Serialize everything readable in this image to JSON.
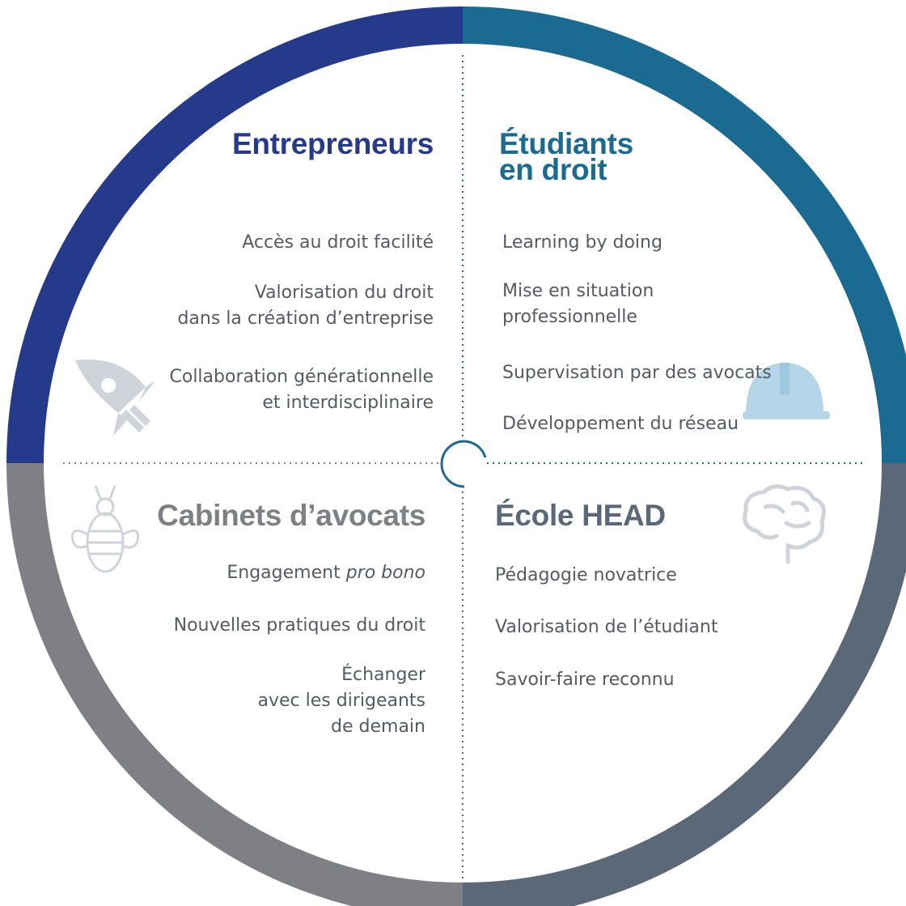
{
  "colors": {
    "entrepreneurs": "#263a8c",
    "etudiants": "#1a6a92",
    "cabinets": "#7e8085",
    "ecole": "#5b6877",
    "text": "#555a63",
    "icon": "#cfd3da"
  },
  "quadrants": {
    "entrepreneurs": {
      "title": "Entrepreneurs",
      "icon": "rocket-icon",
      "items": [
        "Accès au droit facilité",
        "Valorisation du droit\ndans la création d’entreprise",
        "Collaboration générationnelle\net interdisciplinaire"
      ]
    },
    "etudiants": {
      "title": "Étudiants\nen droit",
      "icon": "hard-hat-icon",
      "items": [
        "Learning by doing",
        "Mise en situation\nprofessionnelle",
        "Supervisation par des avocats",
        "Développement du réseau"
      ]
    },
    "cabinets": {
      "title": "Cabinets d’avocats",
      "icon": "bee-icon",
      "items": [
        "Engagement ",
        "pro bono",
        "Nouvelles pratiques du droit",
        "Échanger\navec les dirigeants\nde demain"
      ]
    },
    "ecole": {
      "title": "École HEAD",
      "icon": "brain-icon",
      "items": [
        "Pédagogie novatrice",
        "Valorisation de l’étudiant",
        "Savoir-faire reconnu"
      ]
    }
  }
}
